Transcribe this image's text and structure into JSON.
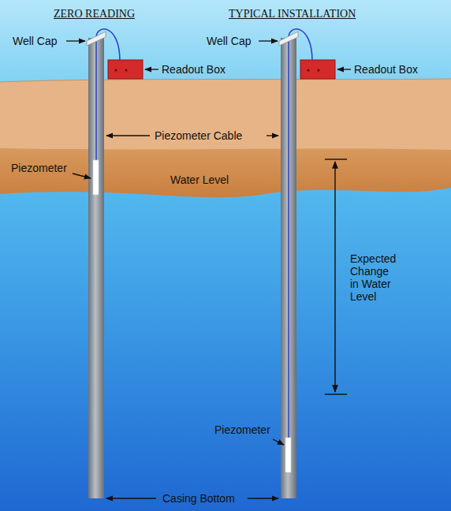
{
  "diagram": {
    "labels": [
      "ZERO READING",
      "TYPICAL INSTALLATION",
      "Well Cap",
      "Readout Box",
      "Well Cap",
      "Readout Box",
      "Piezometer Cable",
      "Piezometer",
      "Water Level",
      "Expected Change in Water Level",
      "Piezometer",
      "Casing Bottom"
    ]
  }
}
